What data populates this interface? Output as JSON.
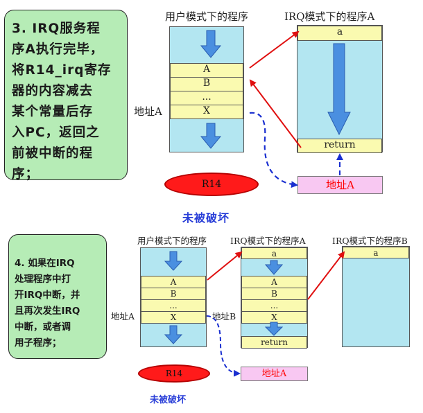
{
  "step3": {
    "lines": [
      "3. IRQ服务程",
      "序A执行完毕，",
      "将R14_irq寄存",
      "器的内容减去",
      "某个常量后存",
      "入PC，返回之",
      "前被中断的程",
      "序；"
    ]
  },
  "step4": {
    "lines": [
      "4. 如果在IRQ",
      "处理程序中打",
      "开IRQ中断，并",
      "且再次发生IRQ",
      "中断，或者调",
      "用子程序；"
    ]
  },
  "top": {
    "user_title": "用户模式下的程序",
    "irq_title": "IRQ模式下的程序A",
    "user_rows": [
      "A",
      "B",
      "...",
      "X"
    ],
    "irq_rows": [
      "a",
      "return"
    ],
    "addr_label": "地址A",
    "r14": "R14",
    "saved_addr": "地址A",
    "caption": "未被破坏"
  },
  "bottom": {
    "user_title": "用户模式下的程序",
    "irqA_title": "IRQ模式下的程序A",
    "irqB_title": "IRQ模式下的程序B",
    "user_rows": [
      "A",
      "B",
      "...",
      "X"
    ],
    "irqA_rows": [
      "a",
      "A",
      "B",
      "...",
      "X",
      "return"
    ],
    "irqB_rows": [
      "a"
    ],
    "addrA_label": "地址A",
    "addrB_label": "地址B",
    "r14": "R14",
    "saved_addr": "地址A",
    "caption": "未被破坏"
  },
  "colors": {
    "arrow_red": "#e01010",
    "arrow_blue": "#1a2fd0",
    "block_arrow": "#4a8fe0"
  }
}
